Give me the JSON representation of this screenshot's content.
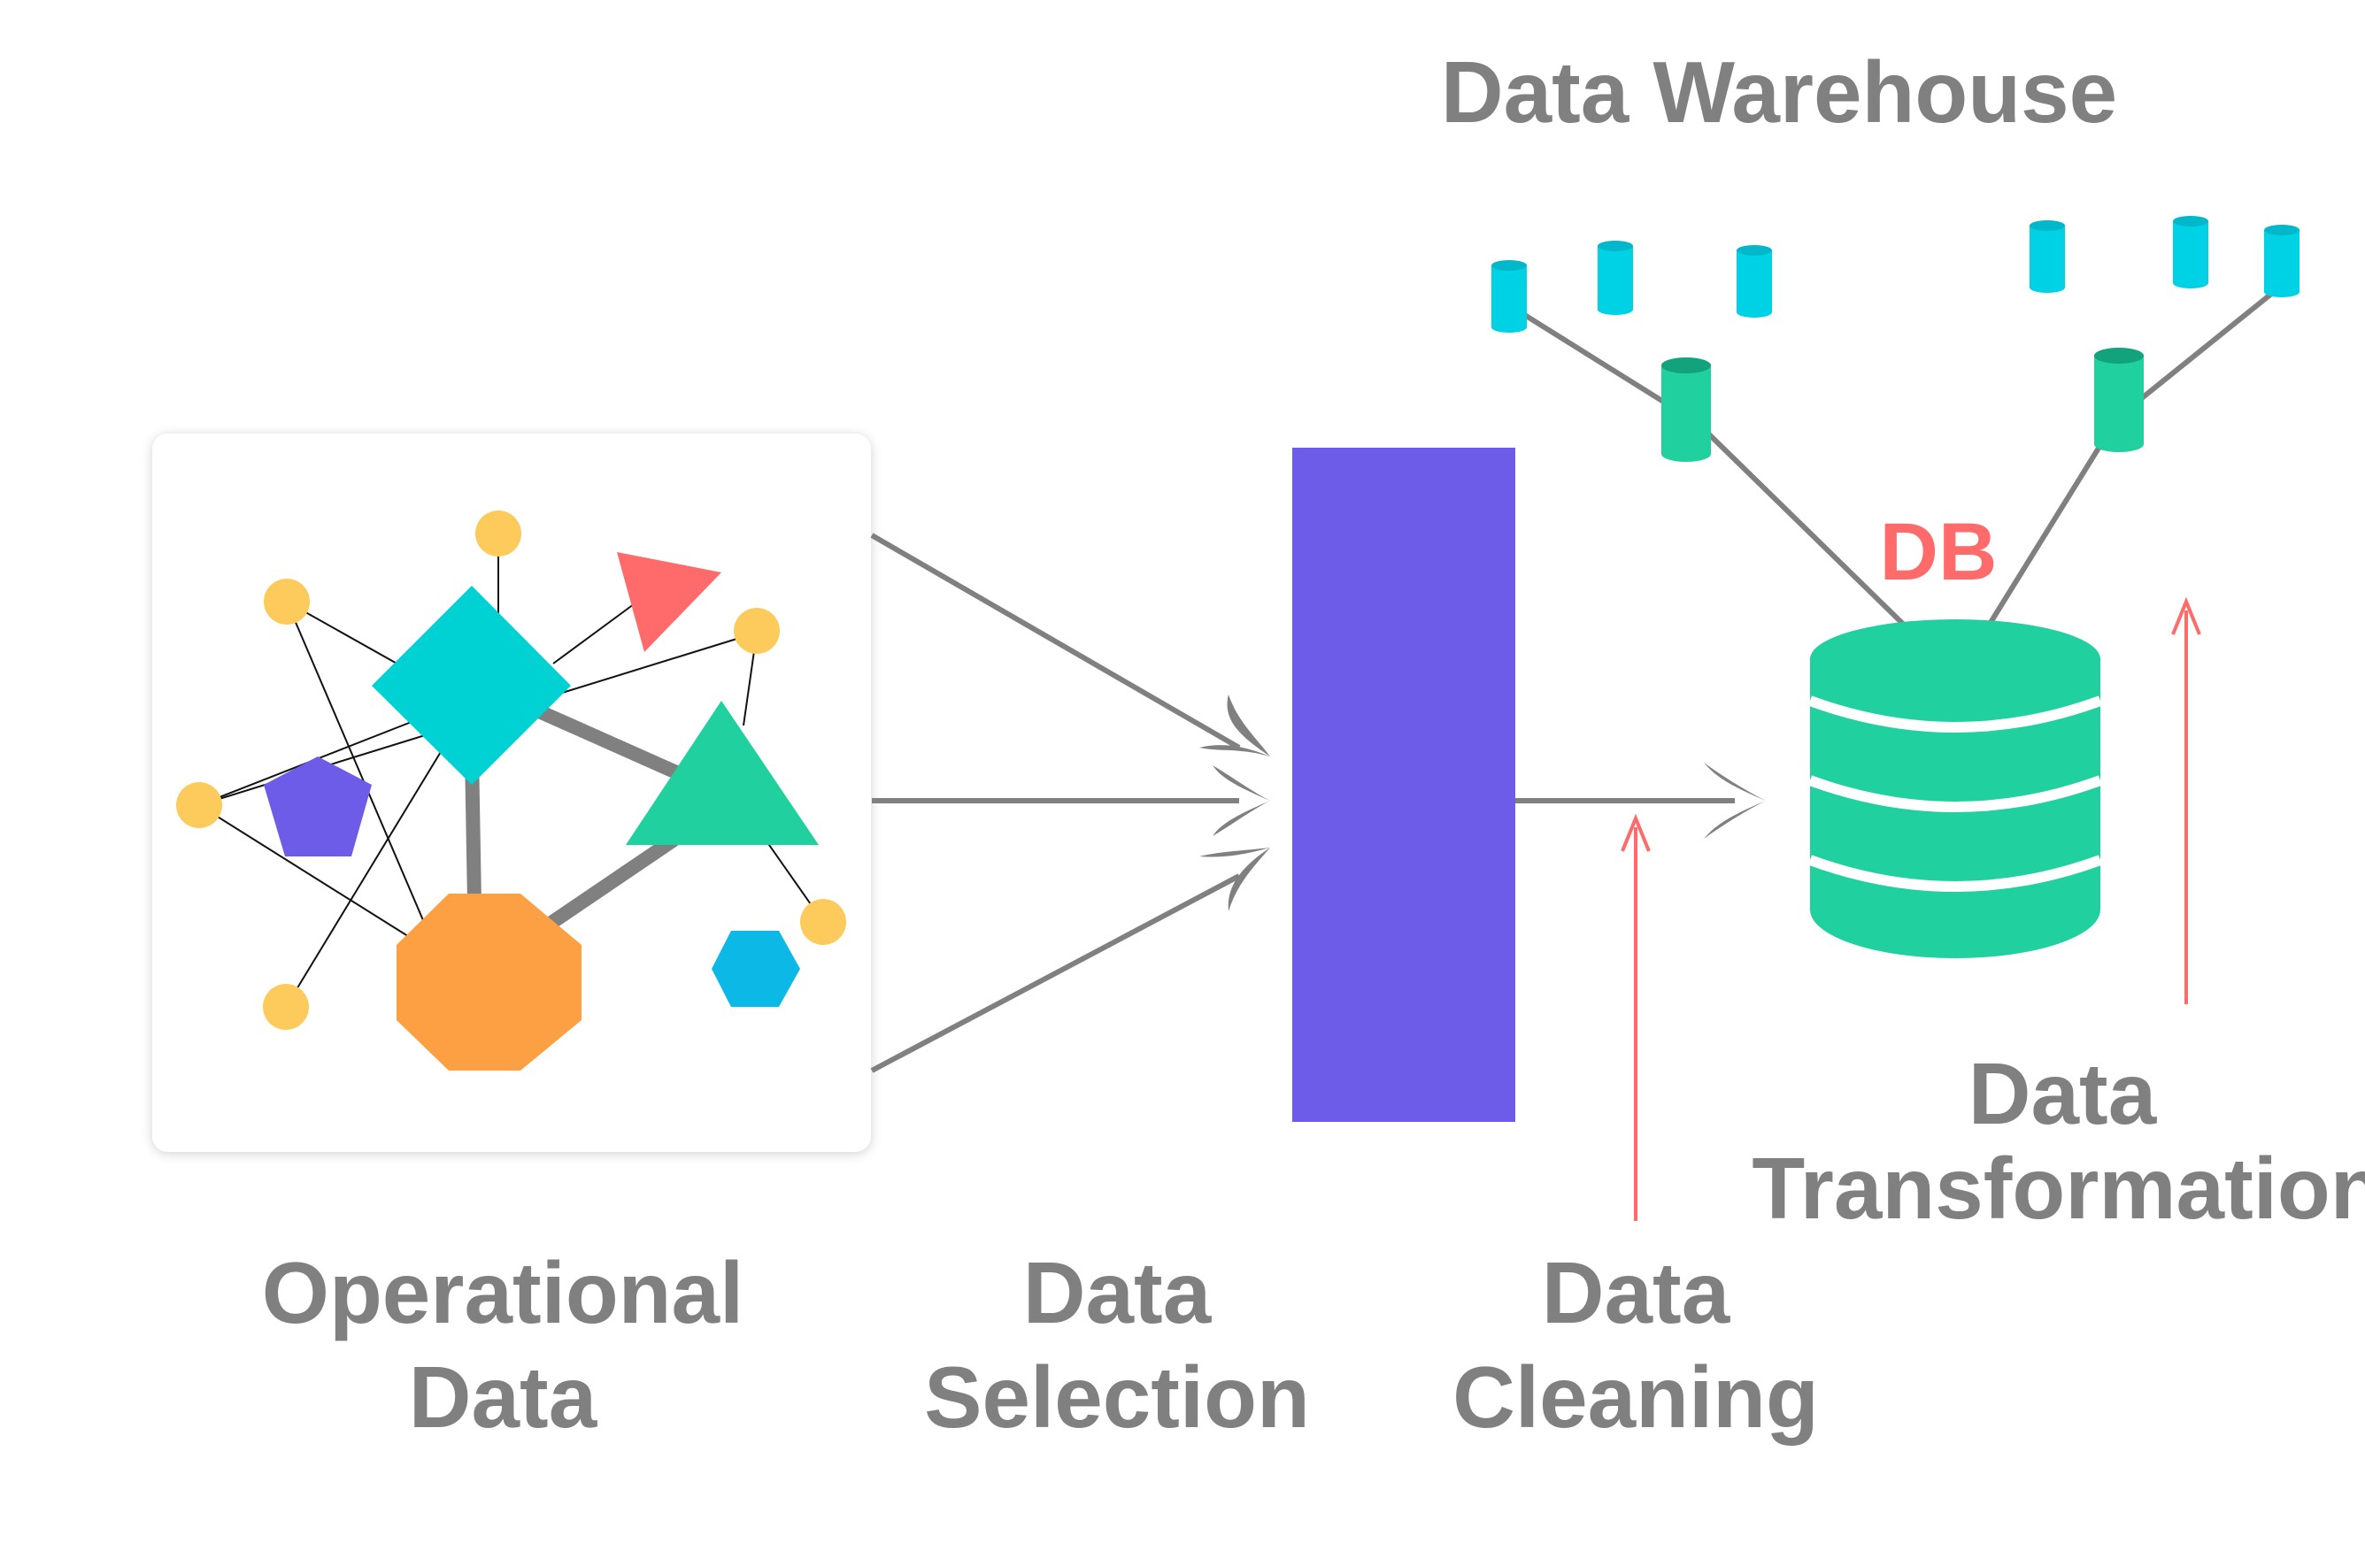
{
  "labels": {
    "warehouse_title": "Data Warehouse",
    "db": "DB",
    "operational_line1": "Operational",
    "operational_line2": "Data",
    "selection_line1": "Data",
    "selection_line2": "Selection",
    "cleaning_line1": "Data",
    "cleaning_line2": "Cleaning",
    "transformation_line1": "Data",
    "transformation_line2": "Transformation"
  },
  "colors": {
    "label_gray": "#808080",
    "connector_gray": "#808080",
    "db_red": "#ff6b6b",
    "process_block": "#6c5ce7",
    "database": "#20d09e",
    "small_cylinder": "#00d2e6",
    "mid_cylinder": "#20d09e",
    "diamond": "#00d2d3",
    "triangle": "#20d09e",
    "red_triangle": "#ff6b6b",
    "octagon": "#fda043",
    "pentagon": "#6c5ce7",
    "hexagon": "#0cb8e6",
    "dot": "#fdcb5c"
  },
  "icons": {
    "process_block": "data-selection-block",
    "database": "database-icon",
    "cylinders": "database-cylinder-icon"
  }
}
